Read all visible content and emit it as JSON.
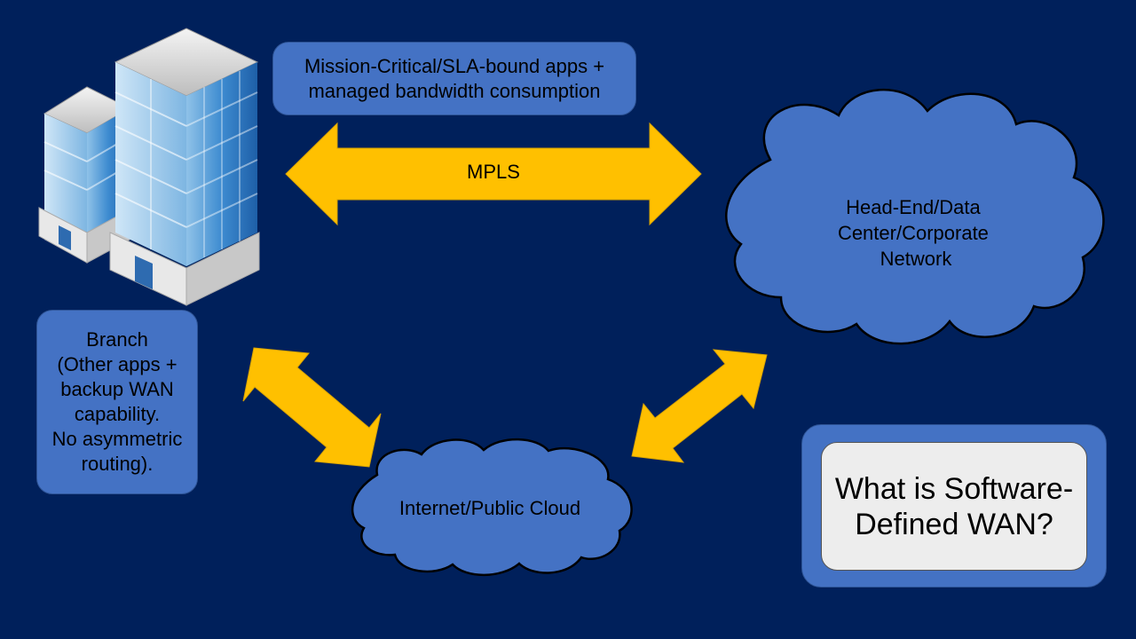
{
  "mpls_label": "MPLS",
  "mission_box": {
    "lines": [
      "Mission-Critical/SLA-bound  apps +",
      "managed bandwidth consumption"
    ]
  },
  "datacenter_cloud": {
    "lines": [
      "Head-End/Data",
      "Center/Corporate",
      "Network"
    ]
  },
  "branch_box": {
    "lines": [
      "Branch",
      "(Other apps +",
      "backup WAN",
      "capability.",
      "No asymmetric",
      "routing)."
    ]
  },
  "internet_cloud": {
    "label": "Internet/Public Cloud"
  },
  "sdwan_box": {
    "lines": [
      "What is Software-",
      "Defined WAN?"
    ]
  },
  "colors": {
    "background": "#00205B",
    "cloud_fill": "#4472C4",
    "arrow_fill": "#FFC000",
    "question_box": "#EDEDED"
  },
  "icons": {
    "branch": "office-buildings-icon"
  }
}
